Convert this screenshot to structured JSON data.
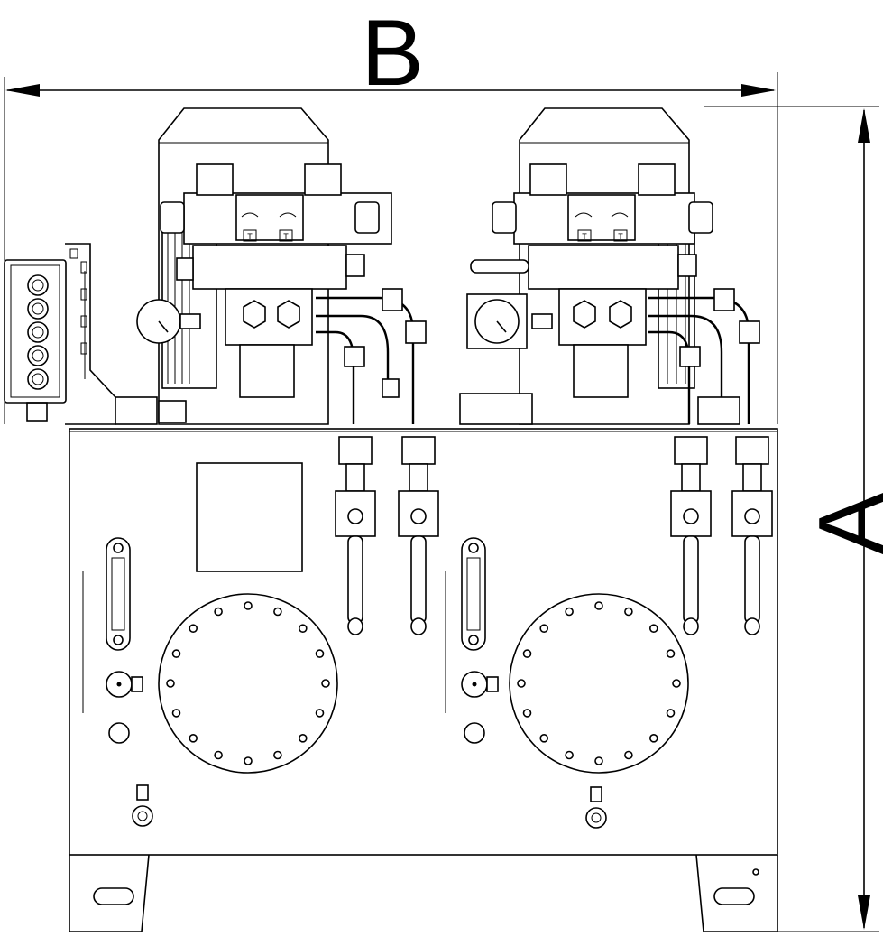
{
  "drawing": {
    "dimension_labels": {
      "width_label": "B",
      "height_label": "A"
    },
    "valve_coil_marks": [
      "T",
      "T",
      "T",
      "T"
    ],
    "colors": {
      "line": "#000000",
      "background": "#ffffff"
    }
  }
}
